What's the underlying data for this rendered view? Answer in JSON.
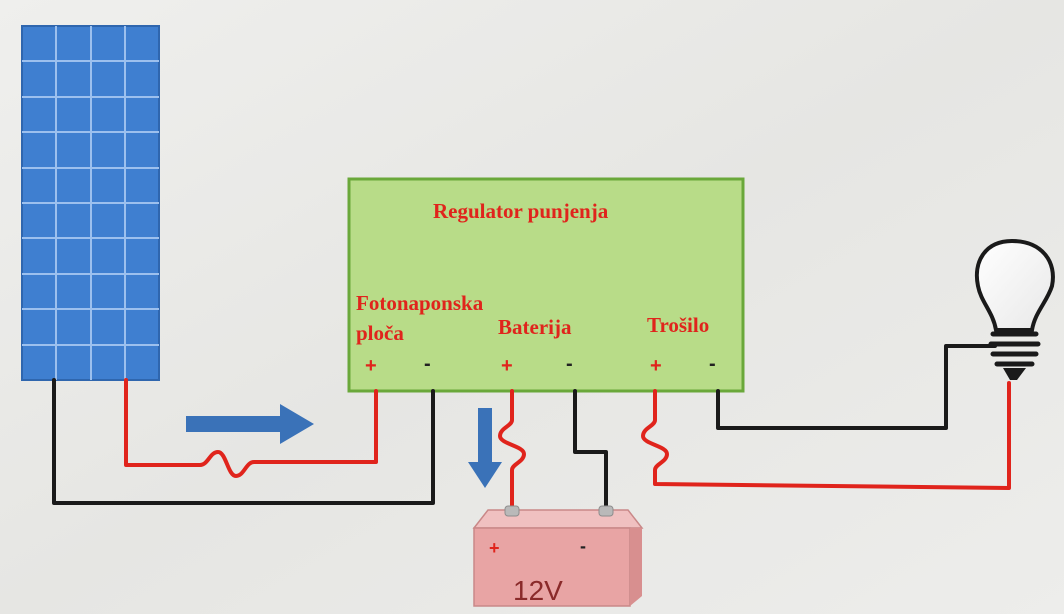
{
  "regulator": {
    "title": "Regulator punjenja",
    "panel_label_line1": "Fotonaponska",
    "panel_label_line2": "ploča",
    "battery_label": "Baterija",
    "load_label": "Trošilo",
    "plus": "+",
    "minus": "-"
  },
  "battery": {
    "voltage": "12V",
    "plus": "+",
    "minus": "-"
  },
  "colors": {
    "panel_blue": "#3f7fd0",
    "regulator_green": "#b8dc88",
    "battery_pink": "#e8a4a4",
    "wire_red": "#e0241c",
    "wire_black": "#1a1a1a",
    "arrow_blue": "#3a72b8"
  },
  "icons": [
    "solar-panel-icon",
    "battery-icon",
    "light-bulb-icon",
    "fuse-icon",
    "arrow-right-icon",
    "arrow-down-icon"
  ]
}
